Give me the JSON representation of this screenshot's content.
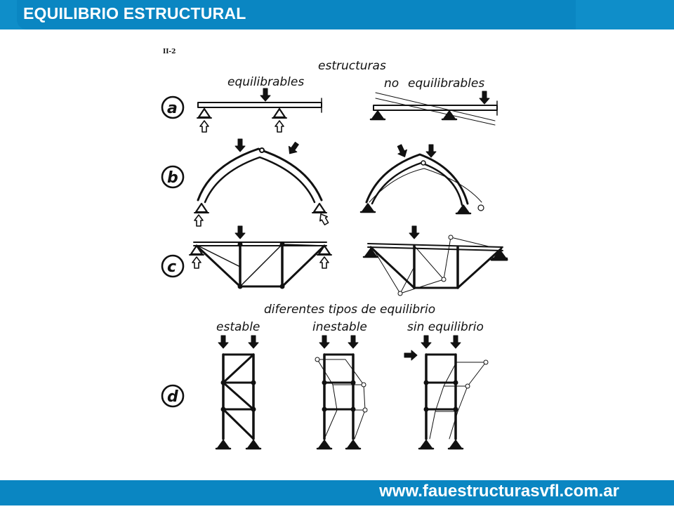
{
  "header": {
    "title": "EQUILIBRIO ESTRUCTURAL"
  },
  "footer": {
    "url": "www.fauestructurasvfl.com.ar"
  },
  "figure": {
    "page_ref": "II-2",
    "title": "estructuras",
    "left_heading": "equilibrables",
    "right_heading_prefix": "no",
    "right_heading": "equilibrables",
    "rows": [
      {
        "label": "a"
      },
      {
        "label": "b"
      },
      {
        "label": "c"
      },
      {
        "label": "d"
      }
    ],
    "row_d_title": "diferentes tipos de equilibrio",
    "row_d_columns": [
      "estable",
      "inestable",
      "sin equilibrio"
    ]
  },
  "colors": {
    "header": "#0a86c2",
    "text": "#ffffff",
    "ink": "#111111"
  }
}
